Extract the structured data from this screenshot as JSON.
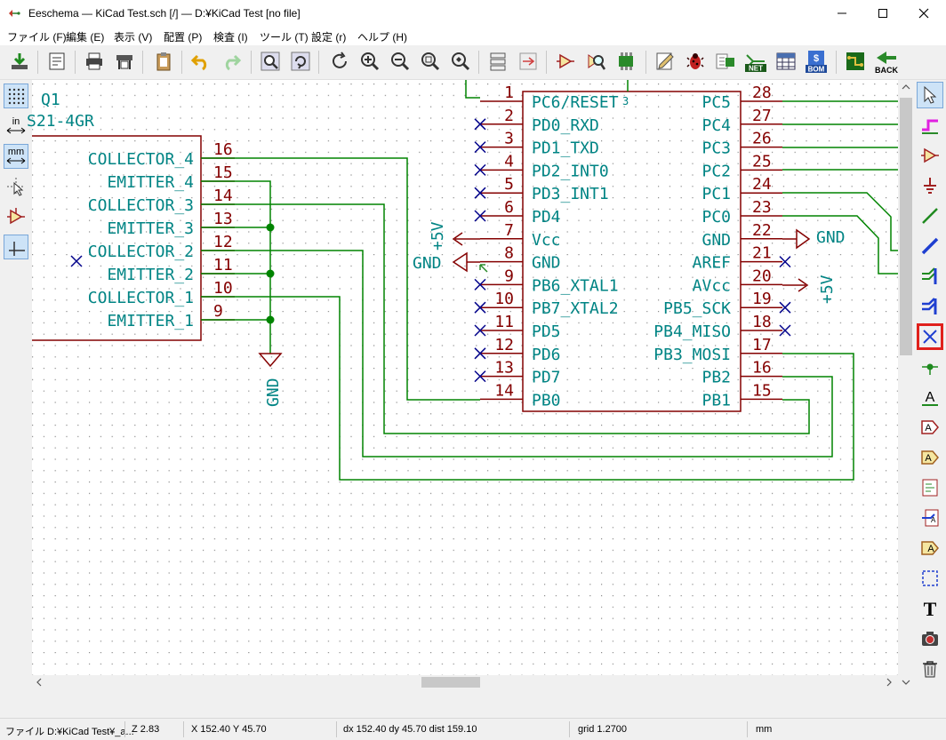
{
  "window": {
    "title": "Eeschema — KiCad Test.sch [/] — D:¥KiCad Test [no file]"
  },
  "menu": [
    {
      "label": "ファイル (F)"
    },
    {
      "label": "編集 (E)"
    },
    {
      "label": "表示 (V)"
    },
    {
      "label": "配置 (P)"
    },
    {
      "label": "検査 (I)"
    },
    {
      "label": "ツール (T)"
    },
    {
      "label": "設定 (r)"
    },
    {
      "label": "ヘルプ (H)"
    }
  ],
  "toolbar": {
    "back_label": "BACK",
    "net_label": "NET",
    "bom_label": "BOM"
  },
  "left_toolbar": {
    "in_label": "in",
    "mm_label": "mm"
  },
  "schematic": {
    "q1": {
      "reference": "Q1",
      "value": "S21-4GR",
      "pins": [
        {
          "name": "COLLECTOR_4",
          "number": "16"
        },
        {
          "name": "EMITTER_4",
          "number": "15"
        },
        {
          "name": "COLLECTOR_3",
          "number": "14"
        },
        {
          "name": "EMITTER_3",
          "number": "13"
        },
        {
          "name": "COLLECTOR_2",
          "number": "12"
        },
        {
          "name": "EMITTER_2",
          "number": "11"
        },
        {
          "name": "COLLECTOR_1",
          "number": "10"
        },
        {
          "name": "EMITTER_1",
          "number": "9"
        }
      ]
    },
    "u1": {
      "top_label": "3",
      "left_pins": [
        {
          "number": "1",
          "name": "PC6/RESET"
        },
        {
          "number": "2",
          "name": "PD0_RXD"
        },
        {
          "number": "3",
          "name": "PD1_TXD"
        },
        {
          "number": "4",
          "name": "PD2_INT0"
        },
        {
          "number": "5",
          "name": "PD3_INT1"
        },
        {
          "number": "6",
          "name": "PD4"
        },
        {
          "number": "7",
          "name": "Vcc"
        },
        {
          "number": "8",
          "name": "GND"
        },
        {
          "number": "9",
          "name": "PB6_XTAL1"
        },
        {
          "number": "10",
          "name": "PB7_XTAL2"
        },
        {
          "number": "11",
          "name": "PD5"
        },
        {
          "number": "12",
          "name": "PD6"
        },
        {
          "number": "13",
          "name": "PD7"
        },
        {
          "number": "14",
          "name": "PB0"
        }
      ],
      "right_pins": [
        {
          "number": "28",
          "name": "PC5"
        },
        {
          "number": "27",
          "name": "PC4"
        },
        {
          "number": "26",
          "name": "PC3"
        },
        {
          "number": "25",
          "name": "PC2"
        },
        {
          "number": "24",
          "name": "PC1"
        },
        {
          "number": "23",
          "name": "PC0"
        },
        {
          "number": "22",
          "name": "GND"
        },
        {
          "number": "21",
          "name": "AREF"
        },
        {
          "number": "20",
          "name": "AVcc"
        },
        {
          "number": "19",
          "name": "PB5_SCK"
        },
        {
          "number": "18",
          "name": "PB4_MISO"
        },
        {
          "number": "17",
          "name": "PB3_MOSI"
        },
        {
          "number": "16",
          "name": "PB2"
        },
        {
          "number": "15",
          "name": "PB1"
        }
      ]
    },
    "power": {
      "gnd": "GND",
      "vcc": "+5V"
    }
  },
  "status": {
    "file": "ファイル D:¥KiCad Test¥_a...",
    "zoom": "Z 2.83",
    "xy": "X 152.40  Y 45.70",
    "delta": "dx 152.40  dy 45.70  dist 159.10",
    "grid": "grid 1.2700",
    "units": "mm"
  },
  "colors": {
    "wire": "#008400",
    "component": "#840000",
    "text": "#008484",
    "noconnect": "#00008a",
    "highlight": "#e0201c"
  }
}
